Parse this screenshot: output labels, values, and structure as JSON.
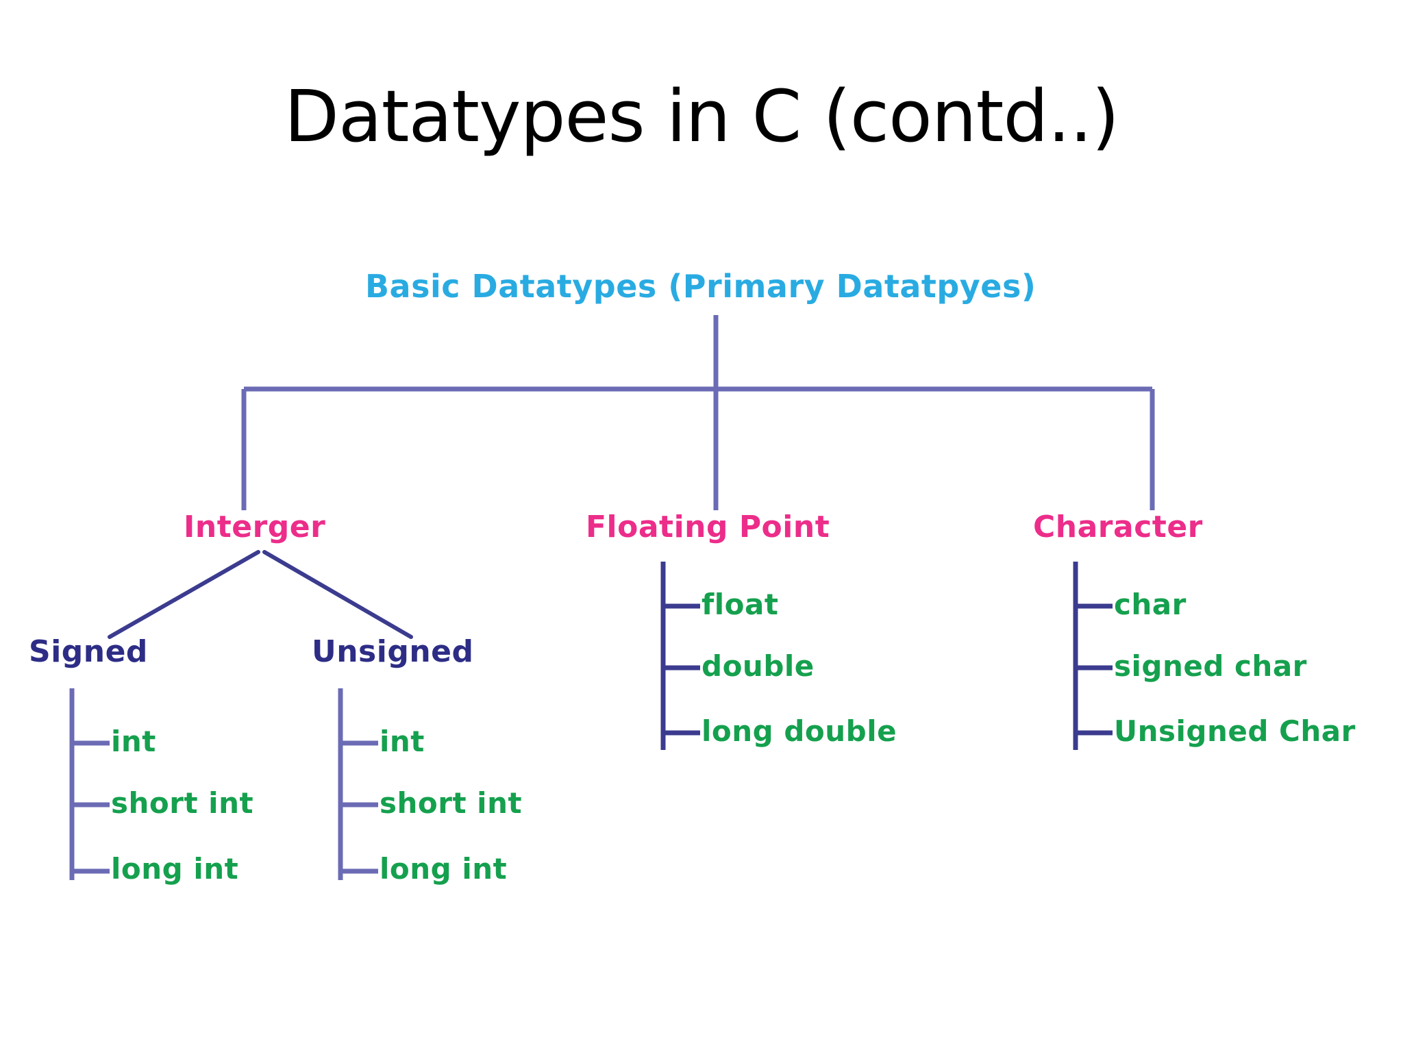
{
  "slide": {
    "title": "Datatypes in C (contd..)",
    "background_color": "#ffffff"
  },
  "colors": {
    "title_text": "#000000",
    "root_text": "#29ABE2",
    "category_text": "#EC2D8A",
    "sign_text": "#2D2D86",
    "leaf_text": "#15A04E",
    "connector_line": "#6B6BB5"
  },
  "diagram": {
    "type": "tree",
    "root": {
      "label": "Basic Datatypes (Primary Datatpyes)",
      "color": "#29ABE2"
    },
    "categories": [
      {
        "label": "Interger",
        "color": "#EC2D8A",
        "children": [
          {
            "label": "Signed",
            "color": "#2D2D86",
            "leaves": [
              "int",
              "short int",
              "long int"
            ]
          },
          {
            "label": "Unsigned",
            "color": "#2D2D86",
            "leaves": [
              "int",
              "short int",
              "long int"
            ]
          }
        ],
        "leaves": []
      },
      {
        "label": "Floating Point",
        "color": "#EC2D8A",
        "children": [],
        "leaves": [
          "float",
          "double",
          "long double"
        ]
      },
      {
        "label": "Character",
        "color": "#EC2D8A",
        "children": [],
        "leaves": [
          "char",
          "signed char",
          "Unsigned Char"
        ]
      }
    ]
  }
}
